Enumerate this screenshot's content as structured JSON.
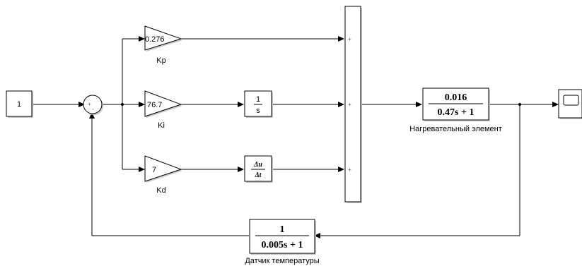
{
  "constant": {
    "value": "1"
  },
  "sum_block": {
    "signs": "+ -",
    "plus": "+",
    "minus": "-"
  },
  "kp": {
    "value": "0.276",
    "label": "Kp"
  },
  "ki": {
    "value": "76.7",
    "label": "Ki"
  },
  "kd": {
    "value": "7",
    "label": "Kd"
  },
  "integrator": {
    "num": "1",
    "den": "s"
  },
  "derivative": {
    "num": "Δu",
    "den": "Δt"
  },
  "adder": {
    "signs": [
      "+",
      "+",
      "+"
    ]
  },
  "heater": {
    "num": "0.016",
    "den": "0.47s + 1",
    "label": "Нагревательный элемент"
  },
  "sensor": {
    "num": "1",
    "den": "0.005s + 1",
    "label": "Датчик температуры"
  },
  "scope": {
    "icon": "scope-icon"
  }
}
